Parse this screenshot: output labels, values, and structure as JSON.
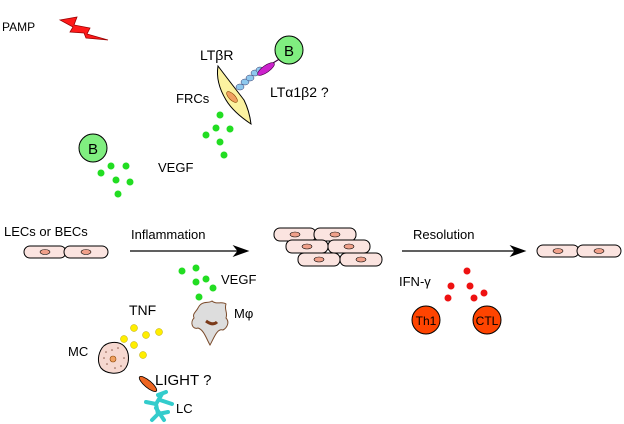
{
  "labels": {
    "pamp": "PAMP",
    "ltbr": "LTβR",
    "ltab": "LTα1β2 ?",
    "frcs": "FRCs",
    "vegf_top": "VEGF",
    "b_top": "B",
    "b_left": "B",
    "lecs": "LECs or BECs",
    "inflammation": "Inflammation",
    "vegf_mid": "VEGF",
    "mphi": "Mφ",
    "tnf": "TNF",
    "mc": "MC",
    "light": "LIGHT ?",
    "lc": "LC",
    "resolution": "Resolution",
    "ifng": "IFN-γ",
    "th1": "Th1",
    "ctl": "CTL"
  },
  "colors": {
    "pamp": "#ff1a1a",
    "b_cell": "#80ee80",
    "vegf": "#22dd22",
    "tnf": "#ffee00",
    "ifng": "#ee1111",
    "t_cell": "#ff4400",
    "endothelial": "#fbe4e0",
    "nucleus": "#f0a08a",
    "frc": "#fbf2a0",
    "ltbr": "#8ec8ee",
    "ltab": "#cc22cc",
    "light": "#ee6622",
    "lc": "#33cccc",
    "macrophage": "#dddddd",
    "mast": "#f6d8d0"
  }
}
